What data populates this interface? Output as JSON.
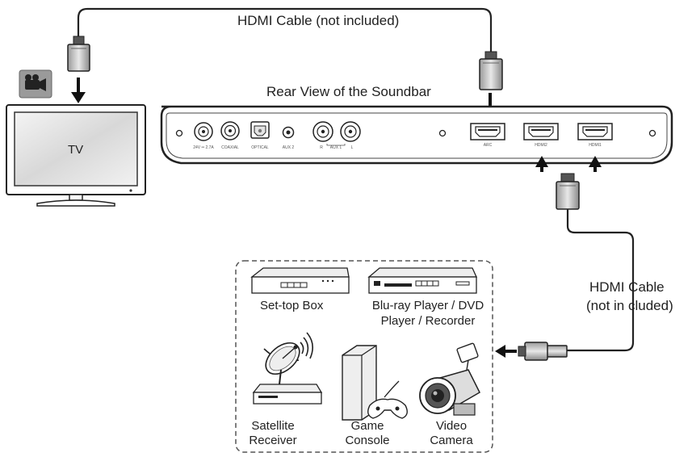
{
  "labels": {
    "hdmi_cable_top": "HDMI Cable (not included)",
    "rear_view": "Rear View of the Soundbar",
    "tv": "TV",
    "hdmi_cable_right_line1": "HDMI  Cable",
    "hdmi_cable_right_line2": "(not in cluded)"
  },
  "soundbar_ports": {
    "power": "24V ═ 2.7A",
    "coaxial": "COAXIAL",
    "optical": "OPTICAL",
    "aux2": "AUX 2",
    "r": "R",
    "aux1": "AUX 1",
    "l": "L",
    "arc": "ARC",
    "hdmi2": "HDMI2",
    "hdmi1": "HDMI1"
  },
  "devices": {
    "settop": "Set-top Box",
    "bluray_line1": "Blu-ray Player / DVD",
    "bluray_line2": "Player / Recorder",
    "satellite_line1": "Satellite",
    "satellite_line2": "Receiver",
    "game_line1": "Game",
    "game_line2": "Console",
    "camera_line1": "Video",
    "camera_line2": "Camera"
  },
  "icons": {
    "tv_badge": "video-camera-icon"
  },
  "colors": {
    "line": "#222222",
    "badge_bg": "#9a9a9a",
    "dashed_box": "#555555"
  }
}
